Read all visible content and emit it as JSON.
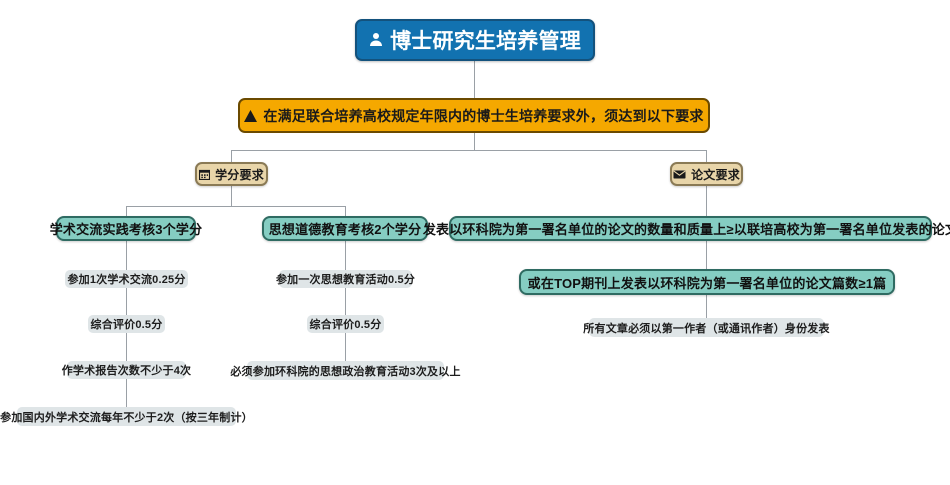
{
  "diagram": {
    "type": "org-flowchart",
    "title": "博士研究生培养管理",
    "colors": {
      "root_fill": "#1272b0",
      "root_border": "#13527d",
      "notice_fill": "#f5a800",
      "notice_border": "#6b4a00",
      "category_fill": "#e8d5a9",
      "category_border": "#8a7a55",
      "requirement_fill": "#85cdc2",
      "requirement_border": "#2f6b62",
      "detail_fill": "#dfe5e7",
      "connector": "#9aa0a6",
      "canvas": "#ffffff"
    }
  },
  "root": {
    "label": "博士研究生培养管理",
    "icon": "person-icon"
  },
  "notice": {
    "label": "在满足联合培养高校规定年限内的博士生培养要求外，须达到以下要求",
    "icon": "warning-triangle-icon"
  },
  "categories": [
    {
      "id": "credits",
      "label": "学分要求",
      "icon": "calendar-icon"
    },
    {
      "id": "thesis",
      "label": "论文要求",
      "icon": "envelope-icon"
    }
  ],
  "requirements": [
    {
      "id": "academic-exchange",
      "label": "学术交流实践考核3个学分",
      "details": [
        "参加1次学术交流0.25分",
        "综合评价0.5分",
        "作学术报告次数不少于4次",
        "参加国内外学术交流每年不少于2次（按三年制计）"
      ]
    },
    {
      "id": "moral-education",
      "label": "思想道德教育考核2个学分",
      "details": [
        "参加一次思想教育活动0.5分",
        "综合评价0.5分",
        "必须参加环科院的思想政治教育活动3次及以上"
      ]
    },
    {
      "id": "paper-quantity",
      "label": "发表以环科院为第一署名单位的论文的数量和质量上≥以联培高校为第一署名单位发表的论文",
      "details": []
    },
    {
      "id": "top-journal",
      "label": "或在TOP期刊上发表以环科院为第一署名单位的论文篇数≥1篇",
      "details": [
        "所有文章必须以第一作者（或通讯作者）身份发表"
      ]
    }
  ]
}
